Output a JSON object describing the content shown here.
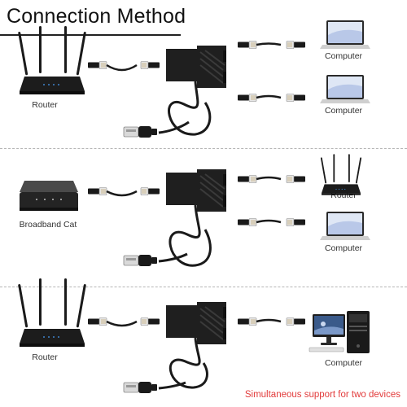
{
  "header": {
    "title": "Connection Method"
  },
  "sections": [
    {
      "source_label": "Router",
      "outputs": [
        {
          "label": "Computer",
          "icon": "laptop-icon"
        },
        {
          "label": "Computer",
          "icon": "laptop-icon"
        }
      ]
    },
    {
      "source_label": "Broadband Cat",
      "outputs": [
        {
          "label": "Router",
          "icon": "router-icon"
        },
        {
          "label": "Computer",
          "icon": "laptop-icon"
        }
      ]
    },
    {
      "source_label": "Router",
      "outputs": [
        {
          "label": "Computer",
          "icon": "desktop-computer-icon"
        }
      ]
    }
  ],
  "footer": {
    "note": "Simultaneous support for two devices"
  },
  "colors": {
    "accent_red": "#e23b3b",
    "device_black": "#1c1c1c",
    "divider": "#b5b5b5"
  }
}
